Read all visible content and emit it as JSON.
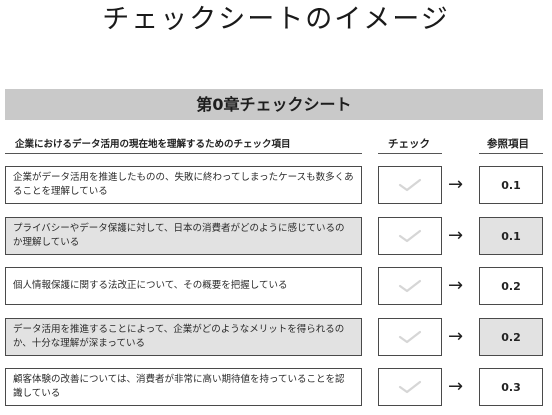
{
  "page_title": "チェックシートのイメージ",
  "sheet": {
    "title": "第0章チェックシート",
    "headers": {
      "item": "企業におけるデータ活用の現在地を理解するためのチェック項目",
      "check": "チェック",
      "ref": "参照項目"
    },
    "rows": [
      {
        "text": "企業がデータ活用を推進したものの、失敗に終わってしまったケースも数多くあることを理解している",
        "ref": "0.1",
        "shaded": false
      },
      {
        "text": "プライバシーやデータ保護に対して、日本の消費者がどのように感じているのか理解している",
        "ref": "0.1",
        "shaded": true
      },
      {
        "text": "個人情報保護に関する法改正について、その概要を把握している",
        "ref": "0.2",
        "shaded": false
      },
      {
        "text": "データ活用を推進することによって、企業がどのようなメリットを得られるのか、十分な理解が深まっている",
        "ref": "0.2",
        "shaded": true
      },
      {
        "text": "顧客体験の改善については、消費者が非常に高い期待値を持っていることを認識している",
        "ref": "0.3",
        "shaded": false
      }
    ],
    "arrow_glyph": "→",
    "check_icon": "checkmark-icon",
    "colors": {
      "title_bar": "#c9c9c9",
      "shaded_row": "#e2e2e2",
      "check_mark": "#d6d6d6"
    }
  }
}
